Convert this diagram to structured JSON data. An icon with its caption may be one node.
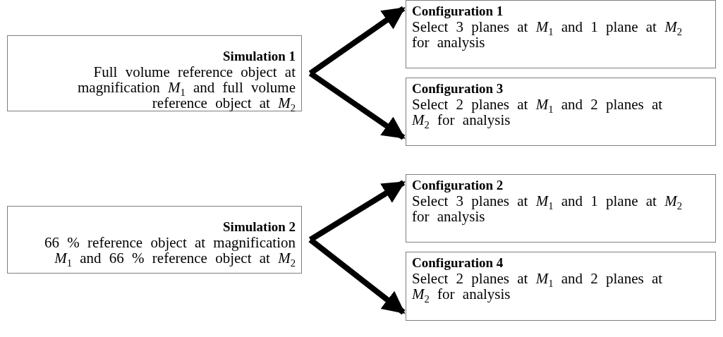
{
  "diagram": {
    "nodes": [
      {
        "text": [
          "Simulation 1",
          "Full volume reference object at magnification *M*$_{1}$ and full volume reference object at *M*$_{2}$"
        ]
      },
      {
        "text": [
          "Configuration 1",
          "Select 3 planes at *M*$_{1}$ and 1 plane at *M*$_{2}$ for analysis"
        ]
      },
      {
        "text": [
          "Configuration 3",
          "Select 2 planes at *M*$_{1}$ and 2 planes at *M*$_{2}$ for analysis"
        ]
      },
      {
        "text": [
          "Simulation 2",
          "66 % reference object at magnification *M*$_{1}$ and 66 % reference object at *M*$_{2}$"
        ]
      },
      {
        "text": [
          "Configuration 2",
          "Select 3 planes at *M*$_{1}$ and 1 plane at *M*$_{2}$ for analysis"
        ]
      },
      {
        "text": [
          "Configuration 4",
          "Select 2 planes at *M*$_{1}$ and 2 planes at *M*$_{2}$ for analysis"
        ]
      }
    ],
    "edges": [
      {
        "from": 0,
        "to": 1,
        "arrow": "to"
      },
      {
        "from": 0,
        "to": 2,
        "arrow": "to"
      },
      {
        "from": 3,
        "to": 4,
        "arrow": "to"
      },
      {
        "from": 3,
        "to": 5,
        "arrow": "to"
      }
    ]
  }
}
